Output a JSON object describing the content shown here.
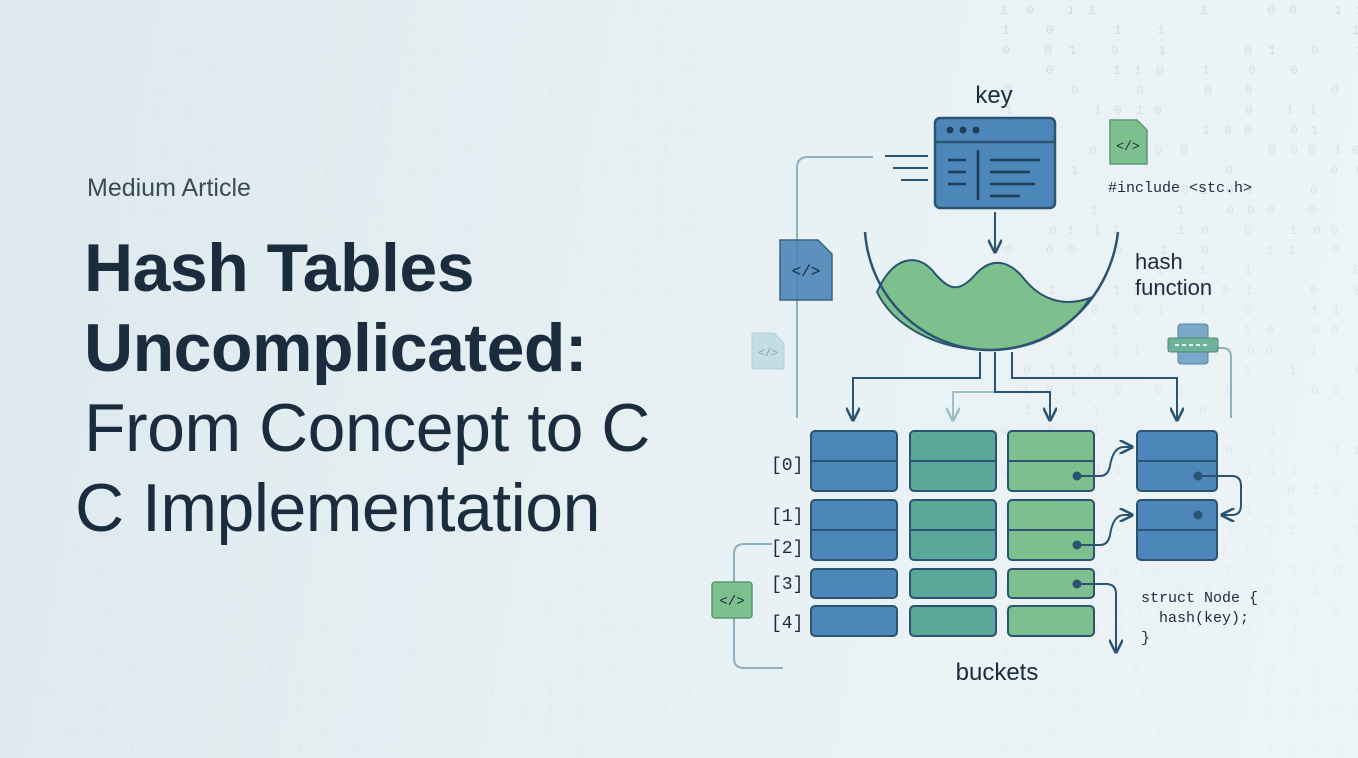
{
  "article": {
    "tag": "Medium Article",
    "title_lines": [
      "Hash Tables",
      "Uncomplicated:",
      "From Concept to C",
      "C Implementation"
    ]
  },
  "diagram": {
    "key_label": "key",
    "include_code": "#include <stc.h>",
    "hash_label": [
      "hash",
      "function"
    ],
    "bucket_indices": [
      "[0]",
      "[1]",
      "[2]",
      "[3]",
      "[4]"
    ],
    "buckets_label": "buckets",
    "struct_code": [
      "struct Node {",
      "  hash(key);",
      "}"
    ],
    "code_icon_glyph": "</>"
  },
  "colors": {
    "blue": "#4d86b8",
    "teal": "#5aa89a",
    "green": "#7dc08e",
    "stroke": "#2a5472",
    "text": "#1a2c3e"
  }
}
